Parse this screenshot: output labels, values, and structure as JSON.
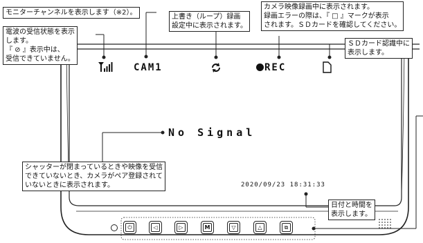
{
  "screen": {
    "channel_label": "CAM1",
    "rec_label": "REC",
    "no_signal_text": "No Signal",
    "datetime": "2020/09/23 18:31:33"
  },
  "callouts": {
    "channel": "モニターチャンネルを表示します（※2）。",
    "loop": [
      "上書き（ループ）録画",
      "設定中に表示されます。"
    ],
    "recording": [
      "カメラ映像録画中に表示されます。",
      "録画エラーの際は、『 □ 』マークが表示",
      "されます。ＳＤカードを確認してください。"
    ],
    "signal": [
      "電波の受信状態を表示",
      "します。",
      "『 ⊘ 』表示中は、",
      "受信できていません。"
    ],
    "sdcard": [
      "ＳＤカード認識中に",
      "表示します。"
    ],
    "nosignal": [
      "シャッターが閉まっているときや映像を受信",
      "できていないとき、カメラがペア登録されて",
      "いないときに表示されます。"
    ],
    "datetime": [
      "日付と時間を",
      "表示します。"
    ]
  },
  "buttons": [
    {
      "name": "power-button",
      "glyph": "⏻"
    },
    {
      "name": "left-button",
      "glyph": "◁"
    },
    {
      "name": "right-button",
      "glyph": "▷"
    },
    {
      "name": "menu-button",
      "glyph": "M"
    },
    {
      "name": "down-button",
      "glyph": "▽"
    },
    {
      "name": "up-button",
      "glyph": "△"
    },
    {
      "name": "screen-switch-button",
      "glyph": "⧉"
    }
  ]
}
